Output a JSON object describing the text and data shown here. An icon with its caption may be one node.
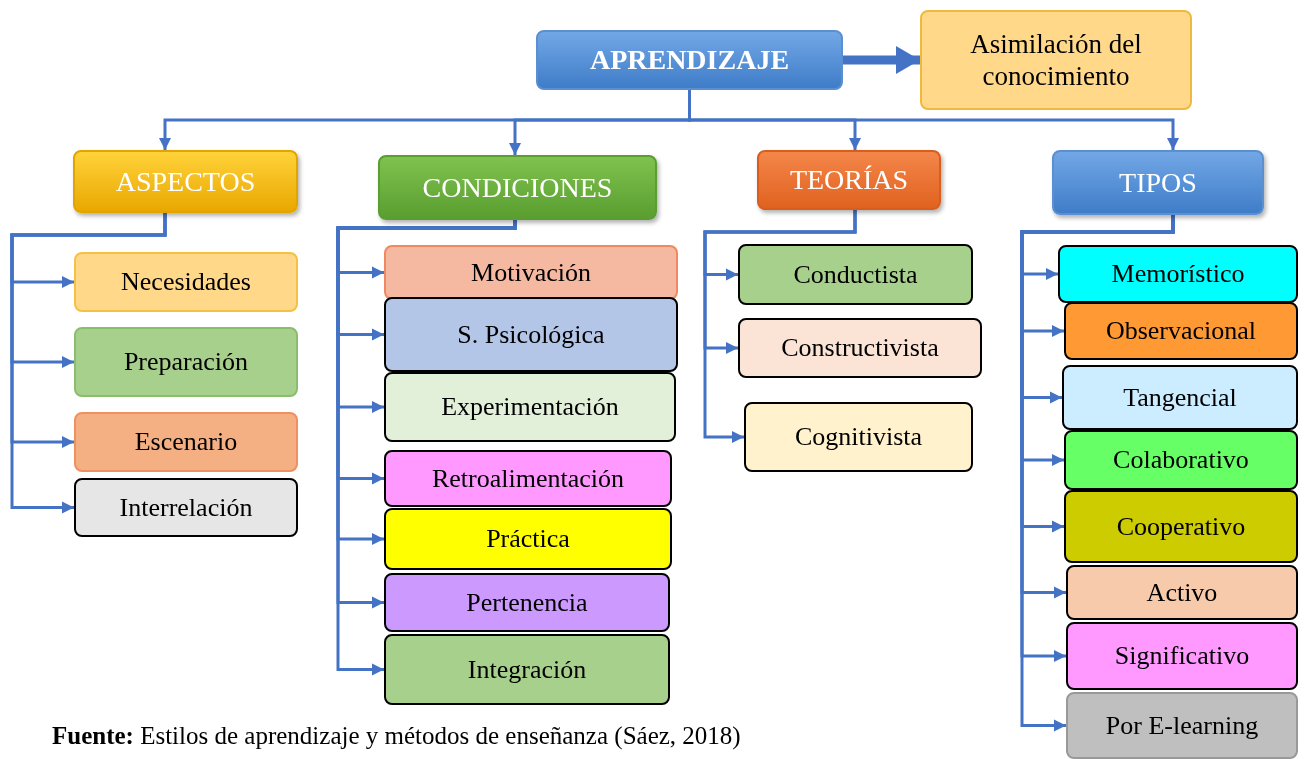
{
  "diagram": {
    "caption": "**Fuente:** Estilos de aprendizaje y métodos de enseñanza (Sáez, 2018)",
    "nodes": [
      {
        "text": [
          "APRENDIZAJE"
        ]
      },
      {
        "text": [
          "Asimilación del conocimiento"
        ]
      },
      {
        "text": [
          "ASPECTOS"
        ]
      },
      {
        "text": [
          "CONDICIONES"
        ]
      },
      {
        "text": [
          "TEORÍAS"
        ]
      },
      {
        "text": [
          "TIPOS"
        ]
      },
      {
        "text": [
          "Necesidades"
        ]
      },
      {
        "text": [
          "Preparación"
        ]
      },
      {
        "text": [
          "Escenario"
        ]
      },
      {
        "text": [
          "Interrelación"
        ]
      },
      {
        "text": [
          "Motivación"
        ]
      },
      {
        "text": [
          "S. Psicológica"
        ]
      },
      {
        "text": [
          "Experimentación"
        ]
      },
      {
        "text": [
          "Retroalimentación"
        ]
      },
      {
        "text": [
          "Práctica"
        ]
      },
      {
        "text": [
          "Pertenencia"
        ]
      },
      {
        "text": [
          "Integración"
        ]
      },
      {
        "text": [
          "Conductista"
        ]
      },
      {
        "text": [
          "Constructivista"
        ]
      },
      {
        "text": [
          "Cognitivista"
        ]
      },
      {
        "text": [
          "Memorístico"
        ]
      },
      {
        "text": [
          "Observacional"
        ]
      },
      {
        "text": [
          "Tangencial"
        ]
      },
      {
        "text": [
          "Colaborativo"
        ]
      },
      {
        "text": [
          "Cooperativo"
        ]
      },
      {
        "text": [
          "Activo"
        ]
      },
      {
        "text": [
          "Significativo"
        ]
      },
      {
        "text": [
          "Por E-learning"
        ]
      }
    ],
    "edges": [
      {
        "from": 0,
        "to": 1,
        "arrow": "to",
        "style": "thick"
      },
      {
        "from": 0,
        "to": 2,
        "arrow": "to"
      },
      {
        "from": 0,
        "to": 3,
        "arrow": "to"
      },
      {
        "from": 0,
        "to": 4,
        "arrow": "to"
      },
      {
        "from": 0,
        "to": 5,
        "arrow": "to"
      },
      {
        "from": 2,
        "to": 6,
        "arrow": "to"
      },
      {
        "from": 2,
        "to": 7,
        "arrow": "to"
      },
      {
        "from": 2,
        "to": 8,
        "arrow": "to"
      },
      {
        "from": 2,
        "to": 9,
        "arrow": "to"
      },
      {
        "from": 3,
        "to": 10,
        "arrow": "to"
      },
      {
        "from": 3,
        "to": 11,
        "arrow": "to"
      },
      {
        "from": 3,
        "to": 12,
        "arrow": "to"
      },
      {
        "from": 3,
        "to": 13,
        "arrow": "to"
      },
      {
        "from": 3,
        "to": 14,
        "arrow": "to"
      },
      {
        "from": 3,
        "to": 15,
        "arrow": "to"
      },
      {
        "from": 3,
        "to": 16,
        "arrow": "to"
      },
      {
        "from": 4,
        "to": 17,
        "arrow": "to"
      },
      {
        "from": 4,
        "to": 18,
        "arrow": "to"
      },
      {
        "from": 4,
        "to": 19,
        "arrow": "to"
      },
      {
        "from": 5,
        "to": 20,
        "arrow": "to"
      },
      {
        "from": 5,
        "to": 21,
        "arrow": "to"
      },
      {
        "from": 5,
        "to": 22,
        "arrow": "to"
      },
      {
        "from": 5,
        "to": 23,
        "arrow": "to"
      },
      {
        "from": 5,
        "to": 24,
        "arrow": "to"
      },
      {
        "from": 5,
        "to": 25,
        "arrow": "to"
      },
      {
        "from": 5,
        "to": 26,
        "arrow": "to"
      },
      {
        "from": 5,
        "to": 27,
        "arrow": "to"
      }
    ]
  }
}
